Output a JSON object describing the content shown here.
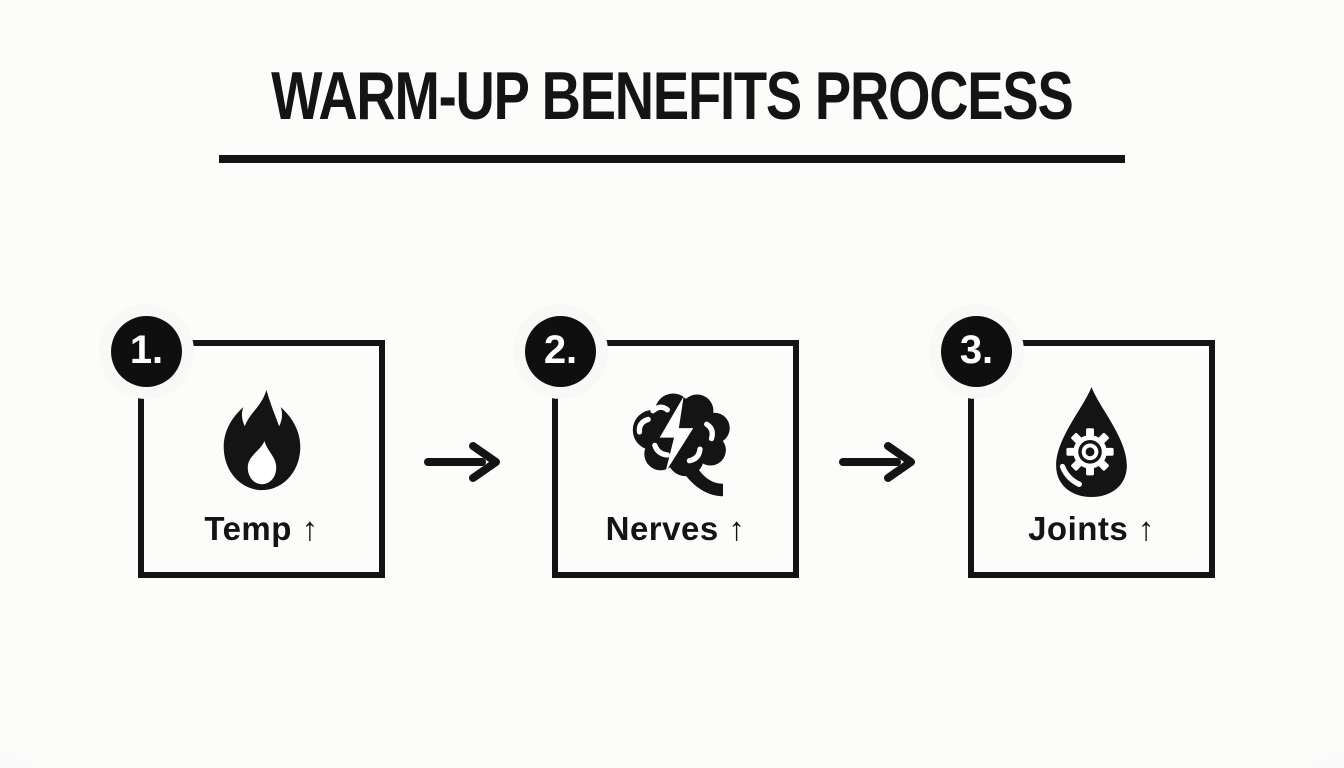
{
  "title": "WARM-UP BENEFITS PROCESS",
  "steps": [
    {
      "number": "1.",
      "label": "Temp ↑",
      "icon": "flame"
    },
    {
      "number": "2.",
      "label": "Nerves ↑",
      "icon": "brain-lightning"
    },
    {
      "number": "3.",
      "label": "Joints ↑",
      "icon": "droplet-gear"
    }
  ],
  "connector_icon": "arrow-right",
  "colors": {
    "ink": "#141414",
    "background": "#f8f8f6",
    "badge_fill": "#0f0f0f",
    "badge_text": "#ffffff"
  }
}
